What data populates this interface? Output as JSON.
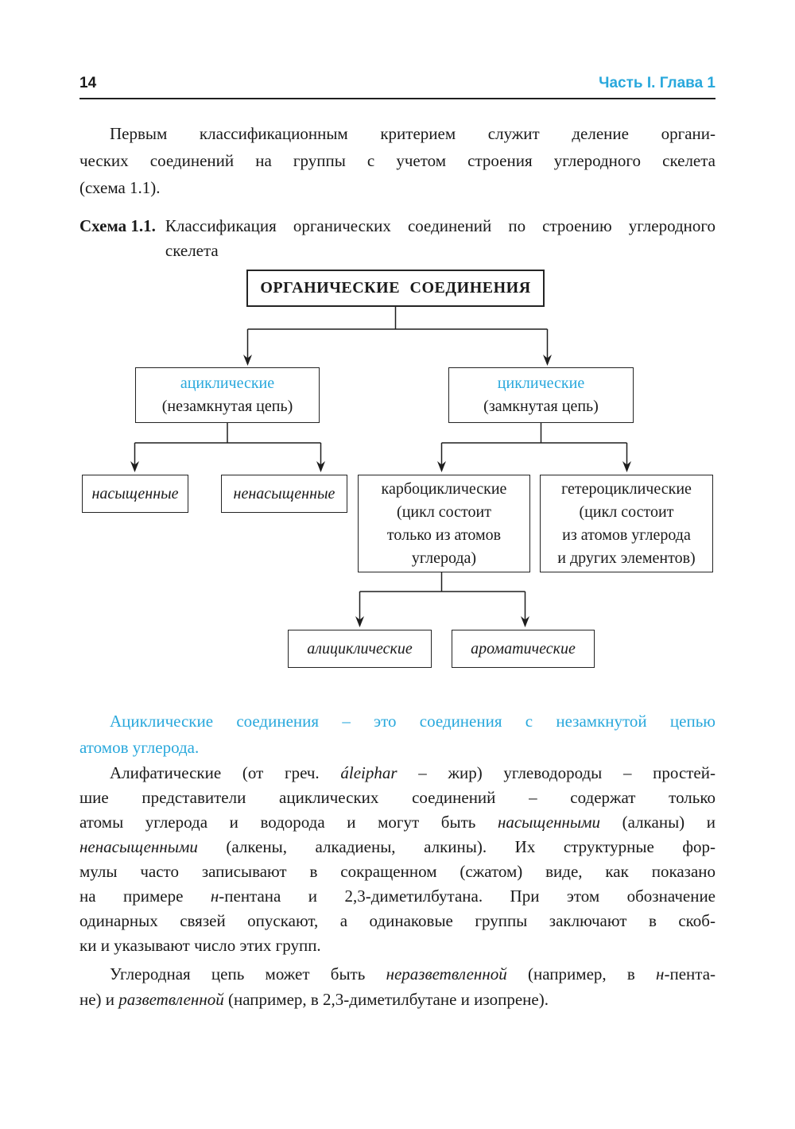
{
  "colors": {
    "accent": "#29a8dc",
    "line": "#1e1e1e"
  },
  "header": {
    "page_number": "14",
    "chapter": "Часть I. Глава 1"
  },
  "intro": {
    "lines": [
      {
        "indent": true,
        "seg": [
          {
            "t": "Первым классификационным критерием служит деление органи-"
          }
        ]
      },
      {
        "seg": [
          {
            "t": "ческих соединений на группы с учетом строения углеродного скелета"
          }
        ]
      },
      {
        "last": true,
        "seg": [
          {
            "t": "(схема 1.1)."
          }
        ]
      }
    ]
  },
  "caption": {
    "label": "Схема 1.1.",
    "lines": [
      {
        "seg": [
          {
            "t": "Классификация органических соединений по строению углеродного"
          }
        ]
      },
      {
        "last": true,
        "seg": [
          {
            "t": "скелета"
          }
        ]
      }
    ]
  },
  "diagram": {
    "root": "ОРГАНИЧЕСКИЕ СОЕДИНЕНИЯ",
    "acyclic": {
      "title": "ациклические",
      "subtitle": "(незамкнутая цепь)"
    },
    "cyclic": {
      "title": "циклические",
      "subtitle": "(замкнутая цепь)"
    },
    "saturated": "насыщенные",
    "unsaturated": "ненасыщенные",
    "carbocyclic": {
      "title": "карбоциклические",
      "subtitle": "(цикл состоит\nтолько из атомов\nуглерода)"
    },
    "heterocyclic": {
      "title": "гетероциклические",
      "subtitle": "(цикл состоит\nиз атомов углерода\nи других элементов)"
    },
    "alicyclic": "алициклические",
    "aromatic": "ароматические"
  },
  "lead": {
    "lines": [
      {
        "indent": true,
        "seg": [
          {
            "t": "Ациклические соединения – это соединения с незамкнутой цепью"
          }
        ]
      },
      {
        "last": true,
        "seg": [
          {
            "t": "атомов углерода."
          }
        ]
      }
    ]
  },
  "para2": {
    "lines": [
      {
        "indent": true,
        "seg": [
          {
            "t": "Алифатические (от греч. "
          },
          {
            "t": "áleiphar",
            "i": true
          },
          {
            "t": " – жир) углеводороды – простей-"
          }
        ]
      },
      {
        "seg": [
          {
            "t": "шие представители ациклических соединений – содержат только"
          }
        ]
      },
      {
        "seg": [
          {
            "t": "атомы углерода и водорода и могут быть "
          },
          {
            "t": "насыщенными",
            "i": true
          },
          {
            "t": " (алканы) и"
          }
        ]
      },
      {
        "seg": [
          {
            "t": "ненасыщенными",
            "i": true
          },
          {
            "t": " (алкены, алкадиены, алкины). Их структурные фор-"
          }
        ]
      },
      {
        "seg": [
          {
            "t": "мулы часто записывают в сокращенном (сжатом) виде, как показано"
          }
        ]
      },
      {
        "seg": [
          {
            "t": "на примере "
          },
          {
            "t": "н",
            "i": true
          },
          {
            "t": "-пентана и 2,3-диметилбутана. При этом обозначение"
          }
        ]
      },
      {
        "seg": [
          {
            "t": "одинарных связей опускают, а одинаковые группы заключают в скоб-"
          }
        ]
      },
      {
        "last": true,
        "seg": [
          {
            "t": "ки и указывают число этих групп."
          }
        ]
      }
    ]
  },
  "para3": {
    "lines": [
      {
        "indent": true,
        "seg": [
          {
            "t": "Углеродная цепь может быть "
          },
          {
            "t": "неразветвленной",
            "i": true
          },
          {
            "t": " (например, в "
          },
          {
            "t": "н",
            "i": true
          },
          {
            "t": "-пента-"
          }
        ]
      },
      {
        "last": true,
        "seg": [
          {
            "t": "не) и "
          },
          {
            "t": "разветвленной",
            "i": true
          },
          {
            "t": " (например, в 2,3-диметилбутане и изопрене)."
          }
        ]
      }
    ]
  }
}
